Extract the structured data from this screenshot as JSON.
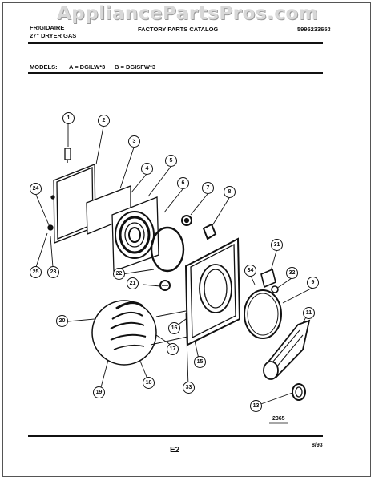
{
  "watermark": "AppliancePartsPros.com",
  "header": {
    "brand": "FRIGIDAIRE",
    "product": "27\" DRYER GAS",
    "catalog": "FACTORY PARTS CATALOG",
    "doc_number": "5995233653",
    "models_label": "MODELS:",
    "model_a": "A = DGILW*3",
    "model_b": "B = DGISFW*3"
  },
  "callouts": [
    "1",
    "2",
    "3",
    "4",
    "5",
    "6",
    "7",
    "8",
    "24",
    "31",
    "34",
    "32",
    "9",
    "22",
    "21",
    "20",
    "16",
    "17",
    "25",
    "23",
    "15",
    "11",
    "18",
    "19",
    "33",
    "13"
  ],
  "footer": {
    "drawing_no": "2365",
    "page": "E2",
    "date": "8/93"
  }
}
